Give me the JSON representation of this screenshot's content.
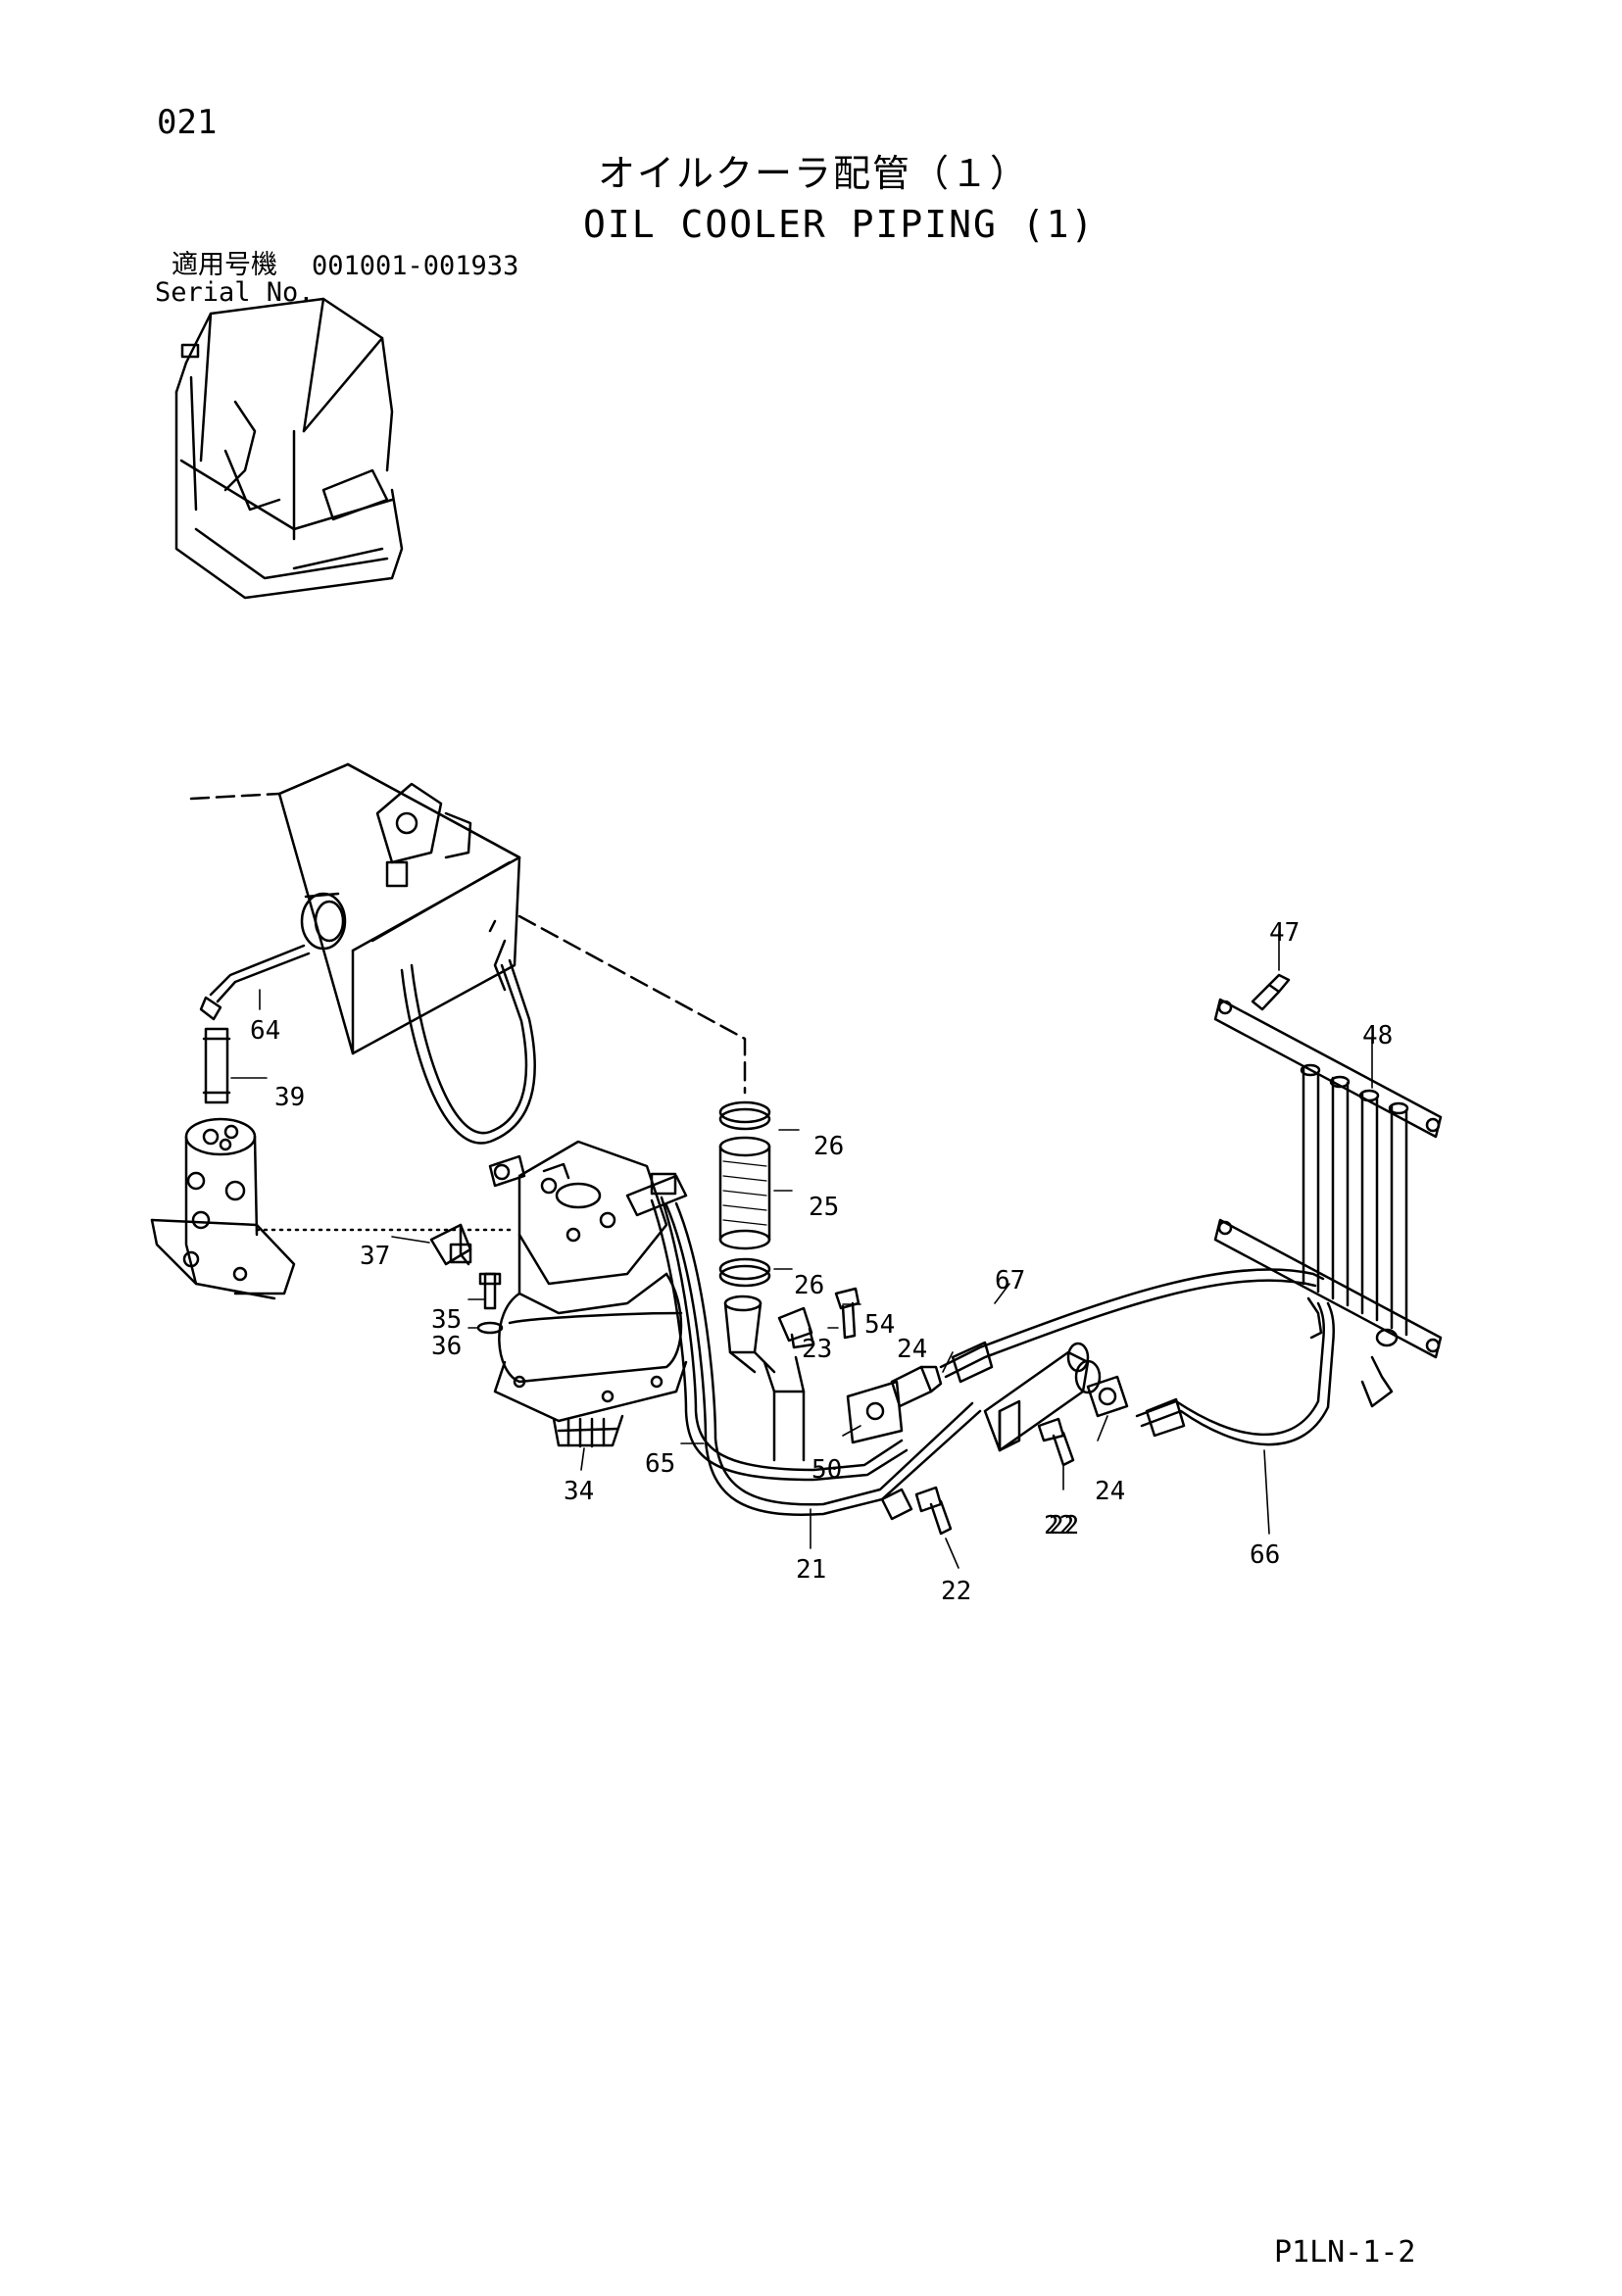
{
  "page_number": "021",
  "title": {
    "japanese": "オイルクーラ配管（１）",
    "english": "OIL COOLER PIPING (1)"
  },
  "serial": {
    "label_jp": "適用号機",
    "range": "001001-001933",
    "label_en": "Serial No."
  },
  "callouts": [
    "64",
    "39",
    "37",
    "35",
    "36",
    "34",
    "65",
    "21",
    "22",
    "22",
    "50",
    "23",
    "54",
    "24",
    "24",
    "22",
    "26",
    "25",
    "26",
    "67",
    "66",
    "47",
    "48"
  ],
  "footer_code": "P1LN-1-2"
}
